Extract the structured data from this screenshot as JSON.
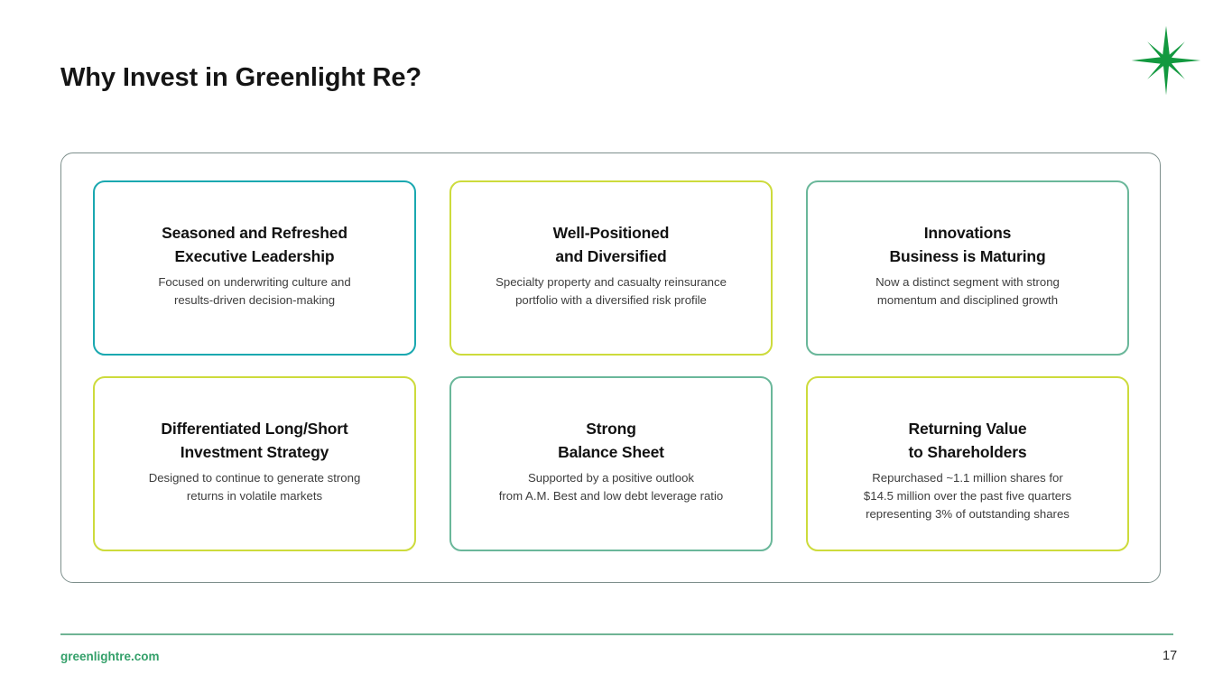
{
  "slide": {
    "title": "Why Invest in Greenlight Re?",
    "logo_icon": "four-point-star-logo",
    "logo_color": "#12993f"
  },
  "cards": [
    {
      "title": "Seasoned and Refreshed\nExecutive Leadership",
      "body": "Focused on underwriting culture and\nresults-driven decision-making",
      "border_color": "#1aa8b0"
    },
    {
      "title": "Well-Positioned\nand Diversified",
      "body": "Specialty property and casualty reinsurance\nportfolio with a diversified risk profile",
      "border_color": "#cddb3c"
    },
    {
      "title": "Innovations\nBusiness is Maturing",
      "body": "Now a distinct segment with strong\nmomentum and disciplined growth",
      "border_color": "#6ab79a"
    },
    {
      "title": "Differentiated Long/Short\nInvestment Strategy",
      "body": "Designed to continue to generate strong\nreturns in volatile markets",
      "border_color": "#cddb3c"
    },
    {
      "title": "Strong\nBalance Sheet",
      "body": "Supported by a positive outlook\nfrom A.M. Best and low debt leverage ratio",
      "border_color": "#6ab79a"
    },
    {
      "title": "Returning Value\nto Shareholders",
      "body": "Repurchased ~1.1 million shares for\n$14.5 million over the past five quarters\nrepresenting 3% of outstanding shares",
      "border_color": "#cddb3c"
    }
  ],
  "footer": {
    "url": "greenlightre.com",
    "page_number": "17",
    "rule_color": "#6fb394",
    "url_color": "#34a06a"
  }
}
